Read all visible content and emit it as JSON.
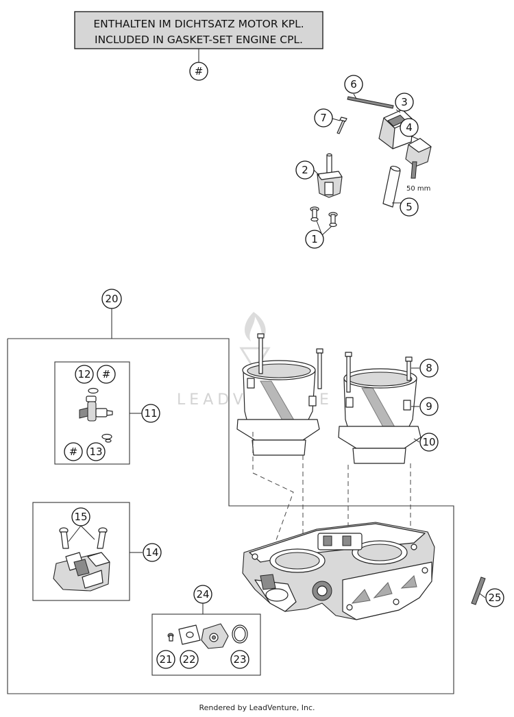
{
  "note": {
    "line_de": "ENTHALTEN IM DICHTSATZ MOTOR KPL.",
    "line_en": "INCLUDED IN GASKET-SET ENGINE CPL."
  },
  "callouts": {
    "hash_top": "#",
    "c1": "1",
    "c2": "2",
    "c3": "3",
    "c4": "4",
    "c5": "5",
    "c6": "6",
    "c7": "7",
    "c8": "8",
    "c9": "9",
    "c10": "10",
    "c11": "11",
    "c12": "12",
    "hash_12": "#",
    "c13": "13",
    "hash_13": "#",
    "c14": "14",
    "c15": "15",
    "c20": "20",
    "c21": "21",
    "c22": "22",
    "c23": "23",
    "c24": "24",
    "c25": "25"
  },
  "dimension_label": "50 mm",
  "watermark": "LEADVENTURE",
  "footer": "Rendered by LeadVenture, Inc."
}
